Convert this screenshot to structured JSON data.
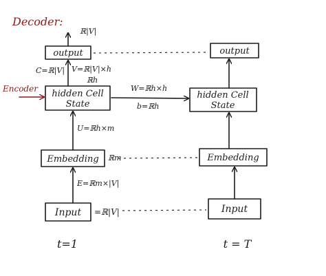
{
  "title": "Decoder:",
  "left": {
    "output": "output",
    "hidden_line1": "hidden Cell",
    "hidden_line2": "State",
    "embedding": "Embedding",
    "input": "Input",
    "time": "t=1"
  },
  "right": {
    "output": "output",
    "hidden_line1": "hidden Cell",
    "hidden_line2": "State",
    "embedding": "Embedding",
    "input": "Input",
    "time": "t = T"
  },
  "encoder_label": "Encoder",
  "math": {
    "output_dim": "ℝ|V|",
    "c_label": "C=ℝ|V|",
    "v_label": "V=ℝ|V|×h",
    "hidden_dim": "ℝh",
    "w_label": "W=ℝh×h",
    "b_label": "b=ℝh",
    "u_label": "U=ℝh×m",
    "embed_dim": "ℝm",
    "e_label": "E=ℝm×|V|",
    "input_dim": "=ℝ|V|"
  },
  "colors": {
    "ink": "#1c1c1c",
    "encoder_red": "#8c1a1a"
  }
}
